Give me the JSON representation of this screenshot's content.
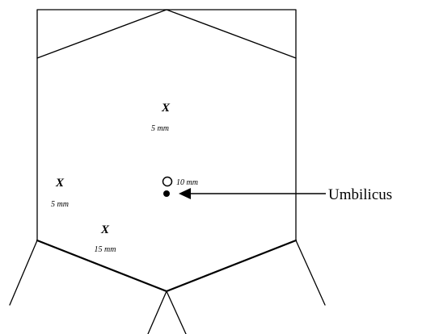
{
  "diagram": {
    "markers": [
      {
        "symbol": "X",
        "distance": "5 mm"
      },
      {
        "symbol": "X",
        "distance": "5 mm"
      },
      {
        "symbol": "X",
        "distance": "15 mm"
      }
    ],
    "circle_marker": {
      "distance": "10 mm"
    },
    "callout": {
      "label": "Umbilicus"
    },
    "colors": {
      "ink": "#000000",
      "background": "#ffffff"
    }
  }
}
